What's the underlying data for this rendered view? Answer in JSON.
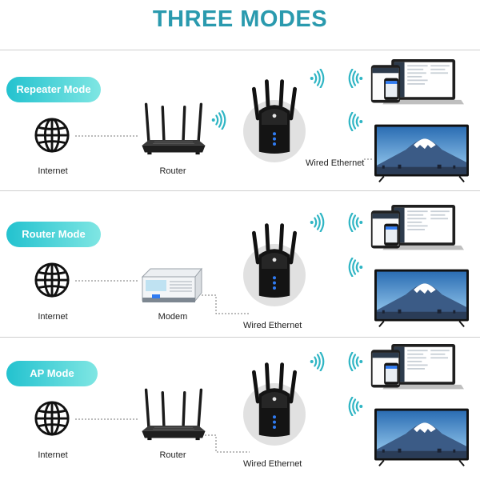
{
  "title": "THREE MODES",
  "sections": [
    {
      "mode": "Repeater Mode",
      "internet": "Internet",
      "device": "Router",
      "wired": "Wired Ethernet"
    },
    {
      "mode": "Router Mode",
      "internet": "Internet",
      "device": "Modem",
      "wired": "Wired Ethernet"
    },
    {
      "mode": "AP Mode",
      "internet": "Internet",
      "device": "Router",
      "wired": "Wired Ethernet"
    }
  ],
  "colors": {
    "title": "#2a9aae",
    "pill": "#23c2cf",
    "wifi": "#2fb5c4"
  }
}
